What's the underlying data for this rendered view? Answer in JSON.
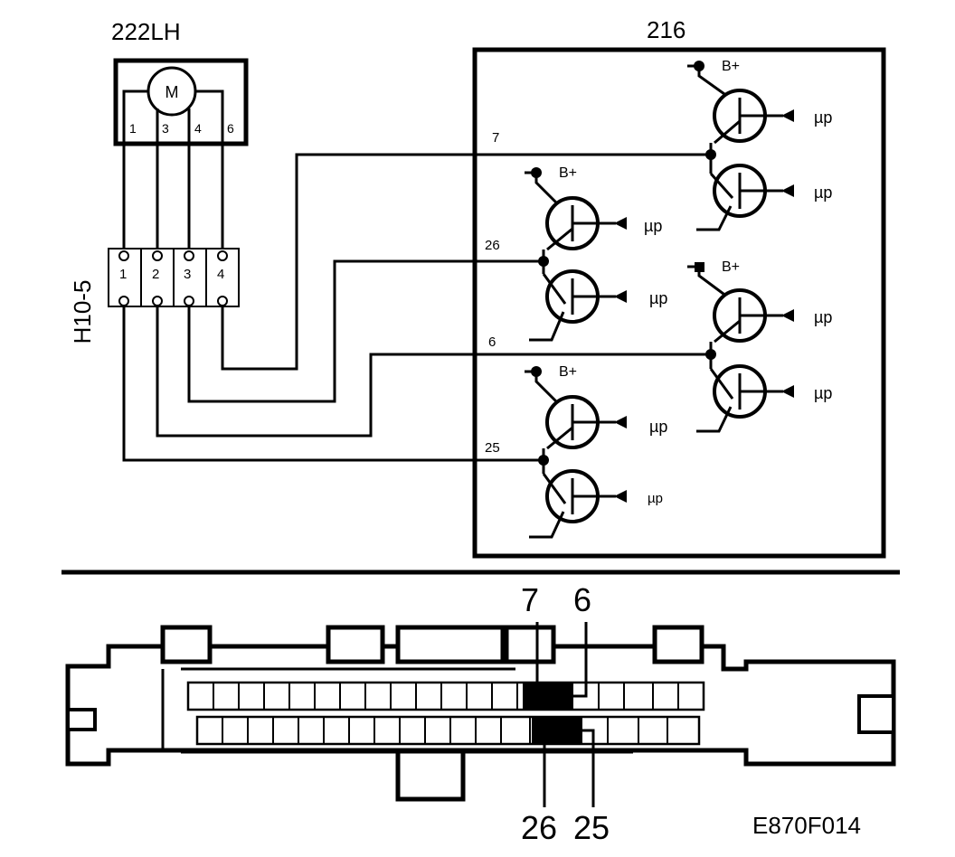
{
  "labels": {
    "motor_label": "222LH",
    "module_label": "216",
    "connector_label": "H10-5",
    "motor_symbol": "M",
    "figure_code": "E870F014"
  },
  "motor_pins": [
    "1",
    "3",
    "4",
    "6"
  ],
  "connector_pins": [
    "1",
    "2",
    "3",
    "4"
  ],
  "module_pins": [
    "7",
    "26",
    "6",
    "25"
  ],
  "supply_label": "B+",
  "micro_label": "µp",
  "ecu_pins": {
    "top": [
      "7",
      "6"
    ],
    "bottom": [
      "26",
      "25"
    ]
  }
}
